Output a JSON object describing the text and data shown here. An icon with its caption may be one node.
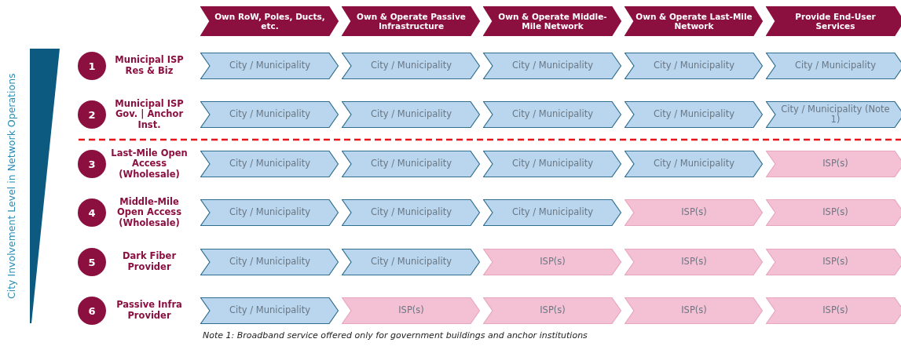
{
  "diagram": {
    "nodes": [
      {
        "text": [
          "Own RoW, Poles, Ducts, etc."
        ]
      },
      {
        "text": [
          "Own & Operate Passive Infrastructure"
        ]
      },
      {
        "text": [
          "Own & Operate Middle-Mile Network"
        ]
      },
      {
        "text": [
          "Own & Operate Last-Mile Network"
        ]
      },
      {
        "text": [
          "Provide End-User Services"
        ]
      },
      {
        "text": [
          "1"
        ],
        "beside": [
          "Municipal ISP Res & Biz"
        ]
      },
      {
        "text": [
          "City / Municipality"
        ]
      },
      {
        "text": [
          "City / Municipality"
        ]
      },
      {
        "text": [
          "City / Municipality"
        ]
      },
      {
        "text": [
          "City / Municipality"
        ]
      },
      {
        "text": [
          "City / Municipality"
        ]
      },
      {
        "text": [
          "2"
        ],
        "beside": [
          "Municipal ISP Gov. | Anchor Inst."
        ]
      },
      {
        "text": [
          "City / Municipality"
        ]
      },
      {
        "text": [
          "City / Municipality"
        ]
      },
      {
        "text": [
          "City / Municipality"
        ]
      },
      {
        "text": [
          "City / Municipality"
        ]
      },
      {
        "text": [
          "City / Municipality (Note 1)"
        ]
      },
      {
        "text": [
          "3"
        ],
        "beside": [
          "Last-Mile Open Access (Wholesale)"
        ]
      },
      {
        "text": [
          "City / Municipality"
        ]
      },
      {
        "text": [
          "City / Municipality"
        ]
      },
      {
        "text": [
          "City / Municipality"
        ]
      },
      {
        "text": [
          "City / Municipality"
        ]
      },
      {
        "text": [
          "ISP(s)"
        ]
      },
      {
        "text": [
          "4"
        ],
        "beside": [
          "Middle-Mile Open Access (Wholesale)"
        ]
      },
      {
        "text": [
          "City / Municipality"
        ]
      },
      {
        "text": [
          "City / Municipality"
        ]
      },
      {
        "text": [
          "City / Municipality"
        ]
      },
      {
        "text": [
          "ISP(s)"
        ]
      },
      {
        "text": [
          "ISP(s)"
        ]
      },
      {
        "text": [
          "5"
        ],
        "beside": [
          "Dark Fiber Provider"
        ]
      },
      {
        "text": [
          "City / Municipality"
        ]
      },
      {
        "text": [
          "City / Municipality"
        ]
      },
      {
        "text": [
          "ISP(s)"
        ]
      },
      {
        "text": [
          "ISP(s)"
        ]
      },
      {
        "text": [
          "ISP(s)"
        ]
      },
      {
        "text": [
          "6"
        ],
        "beside": [
          "Passive Infra Provider"
        ]
      },
      {
        "text": [
          "City / Municipality"
        ]
      },
      {
        "text": [
          "ISP(s)"
        ]
      },
      {
        "text": [
          "ISP(s)"
        ]
      },
      {
        "text": [
          "ISP(s)"
        ]
      },
      {
        "text": [
          "ISP(s)"
        ]
      }
    ],
    "labels": [
      "City Involvement Level in Network Operations",
      "Note 1: Broadband service offered only for government buildings and anchor institutions"
    ]
  }
}
